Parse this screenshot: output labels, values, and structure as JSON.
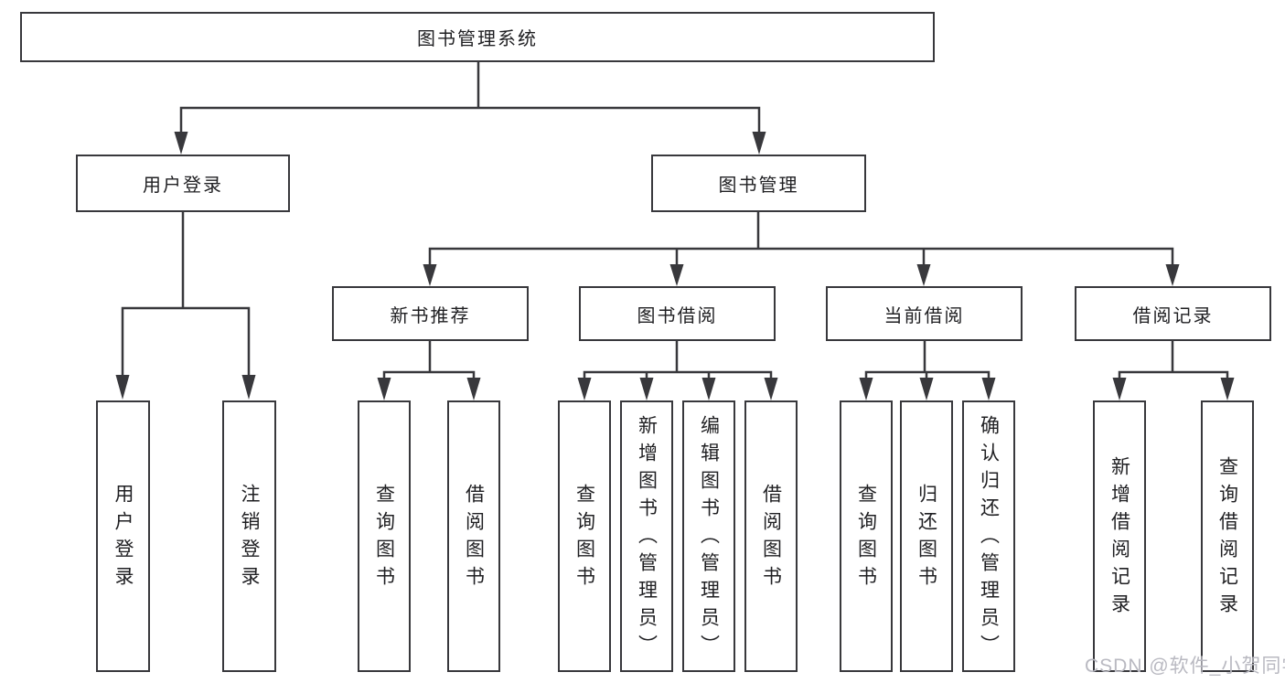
{
  "diagram": {
    "title_box": {
      "label": "图书管理系统"
    },
    "user_login": {
      "label": "用户登录",
      "children": [
        {
          "label": "用户登录"
        },
        {
          "label": "注销登录"
        }
      ]
    },
    "book_mgmt": {
      "label": "图书管理",
      "sections": [
        {
          "label": "新书推荐",
          "children": [
            {
              "label": "查询图书"
            },
            {
              "label": "借阅图书"
            }
          ]
        },
        {
          "label": "图书借阅",
          "children": [
            {
              "label": "查询图书"
            },
            {
              "label": "新增图书（管理员）"
            },
            {
              "label": "编辑图书（管理员）"
            },
            {
              "label": "借阅图书"
            }
          ]
        },
        {
          "label": "当前借阅",
          "children": [
            {
              "label": "查询图书"
            },
            {
              "label": "归还图书"
            },
            {
              "label": "确认归还（管理员）"
            }
          ]
        },
        {
          "label": "借阅记录",
          "children": [
            {
              "label": "新增借阅记录"
            },
            {
              "label": "查询借阅记录"
            }
          ]
        }
      ]
    },
    "watermark": {
      "text": "CSDN @软件_小贺同学"
    },
    "colors": {
      "line": "#38383c",
      "text": "#1f1f22",
      "watermark": "#b9b9c1",
      "background": "#ffffff"
    }
  }
}
